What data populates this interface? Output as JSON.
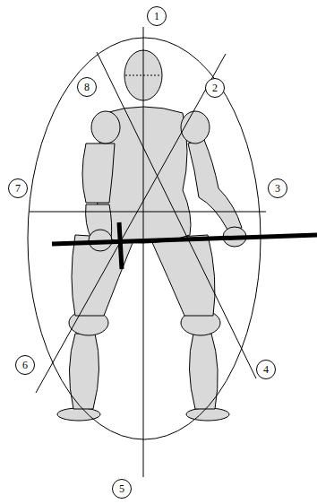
{
  "diagram": {
    "nodes": [
      {
        "text": [
          "1"
        ]
      },
      {
        "text": [
          "8"
        ]
      },
      {
        "text": [
          "2"
        ]
      },
      {
        "text": [
          "7"
        ]
      },
      {
        "text": [
          "3"
        ]
      },
      {
        "text": [
          "6"
        ]
      },
      {
        "text": [
          "4"
        ]
      },
      {
        "text": [
          "5"
        ]
      }
    ]
  }
}
